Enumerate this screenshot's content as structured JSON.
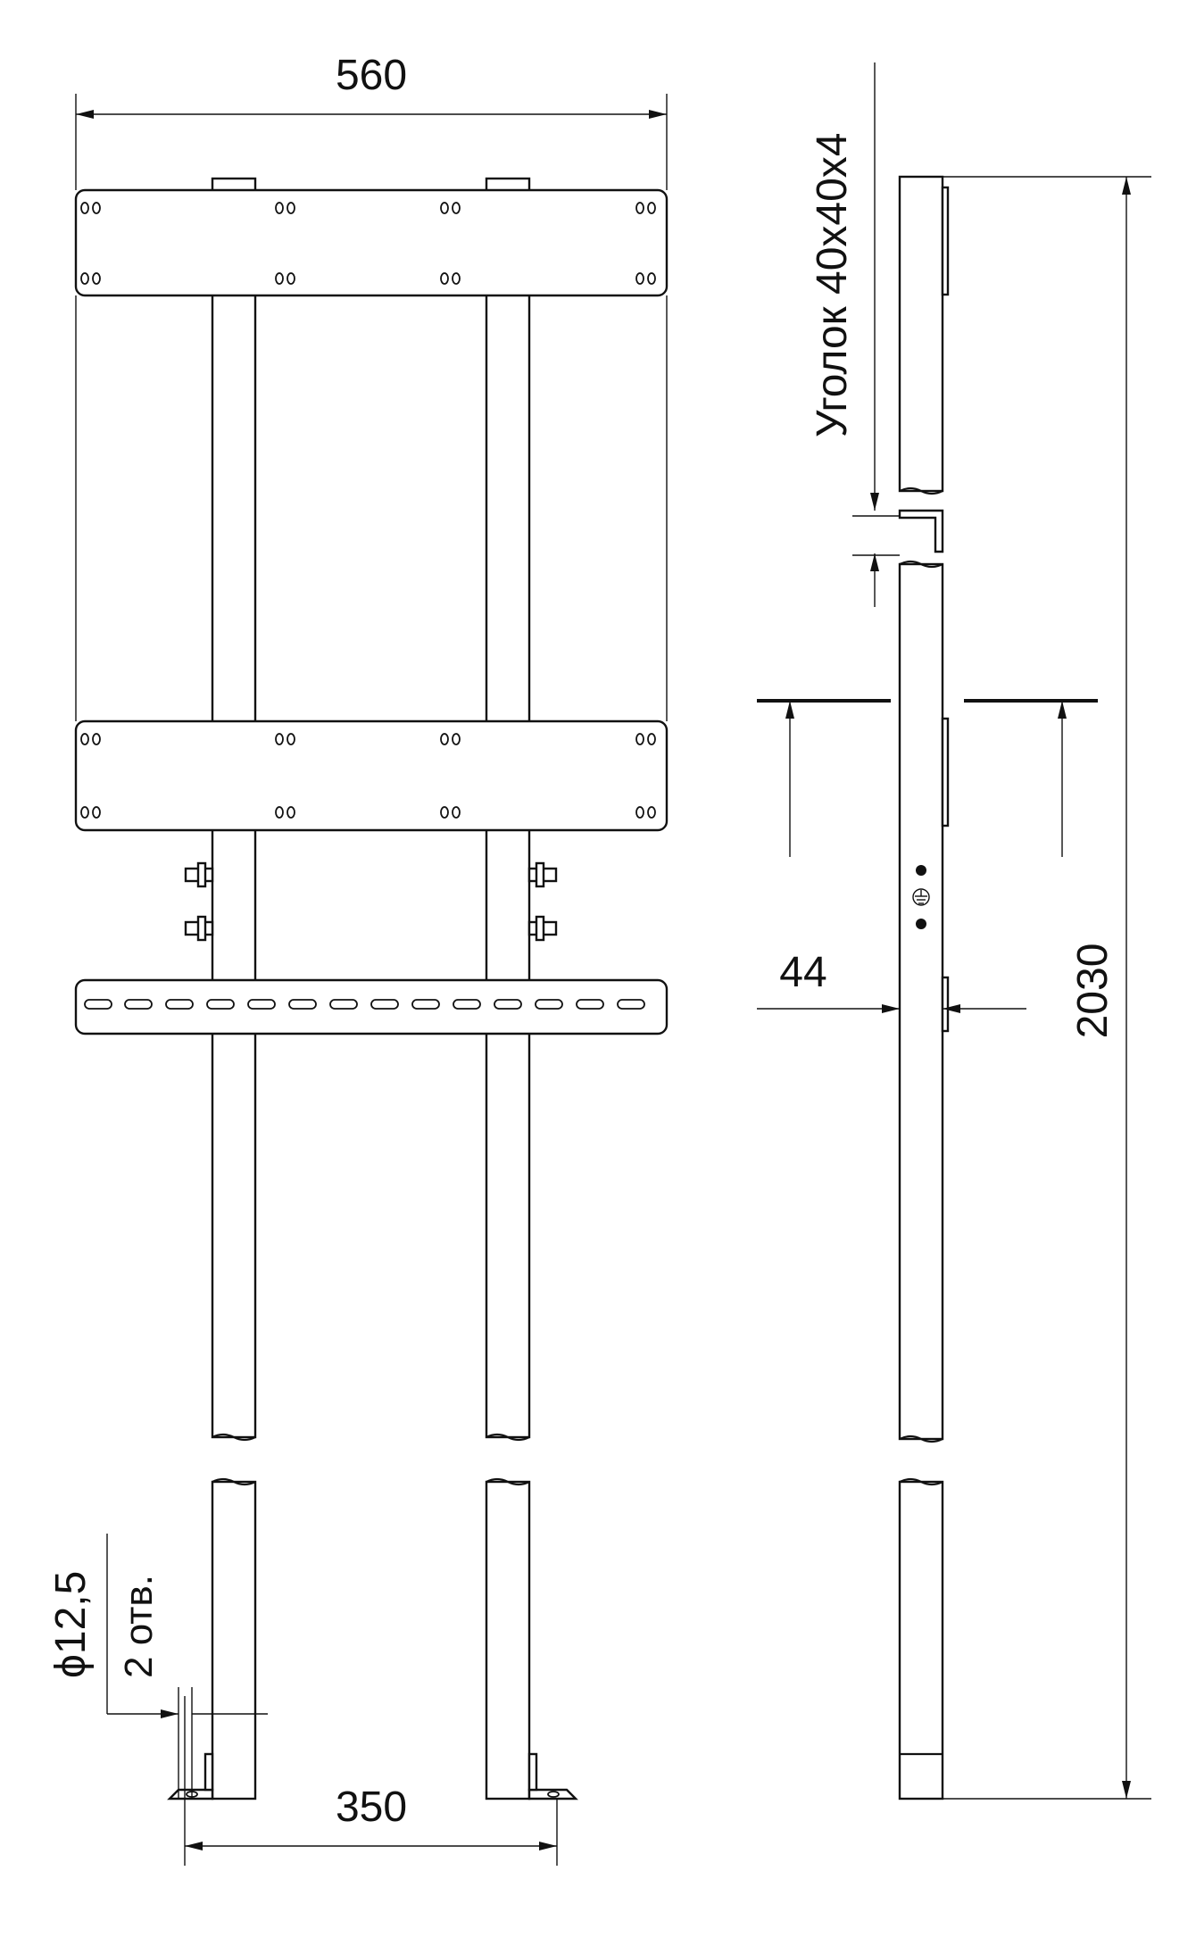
{
  "dimensions": {
    "width_top": "560",
    "leg_spacing": "350",
    "height_total": "2030",
    "profile_depth": "44",
    "angle_profile": "Уголок 40х40х4",
    "hole_diameter": "ϕ12,5",
    "hole_count": "2 отв."
  },
  "symbols": {
    "ground": "ground-symbol-icon"
  }
}
